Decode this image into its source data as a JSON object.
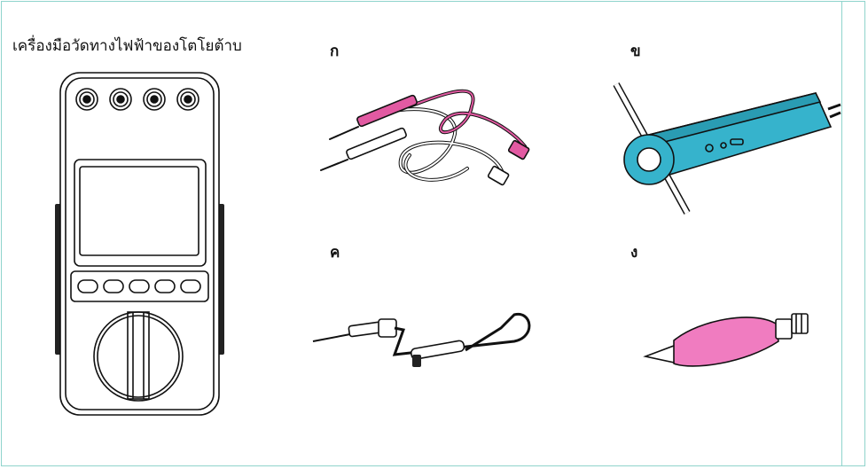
{
  "document": {
    "title": "เครื่องมือวัดทางไฟฟ้าของโตโยต้าบ",
    "labels": {
      "a": "ก",
      "b": "ข",
      "c": "ค",
      "d": "ง"
    }
  },
  "colors": {
    "border": "#8fd4cc",
    "test_lead_red": "#d9448f",
    "clamp_probe": "#36b3cc",
    "alligator_boot": "#f07cc0"
  }
}
